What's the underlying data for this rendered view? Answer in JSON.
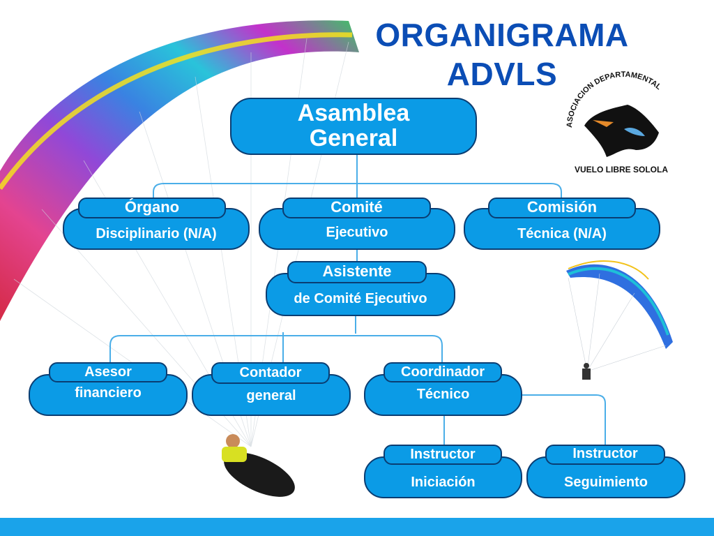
{
  "title_line1": "ORGANIGRAMA",
  "title_line2": "ADVLS",
  "logo": {
    "top_text": "ASOCIACION DEPARTAMENTAL",
    "bottom_text": "VUELO LIBRE SOLOLA"
  },
  "colors": {
    "box": "#0b9be6",
    "border": "#0a3d72",
    "connector": "#4aaee8",
    "title": "#0b4db5",
    "footer": "#1aa3ea"
  },
  "nodes": {
    "asamblea": {
      "line1": "Asamblea",
      "line2": "General"
    },
    "organo": {
      "tab": "Órgano",
      "label": "Disciplinario (N/A)"
    },
    "comite": {
      "tab": "Comité",
      "label": "Ejecutivo"
    },
    "comision": {
      "tab": "Comisión",
      "label": "Técnica (N/A)"
    },
    "asistente": {
      "tab": "Asistente",
      "label": "de Comité Ejecutivo"
    },
    "asesor": {
      "tab": "Asesor",
      "label": "financiero"
    },
    "contador": {
      "tab": "Contador",
      "label": "general"
    },
    "coordinador": {
      "tab": "Coordinador",
      "label": "Técnico"
    },
    "instructor1": {
      "tab": "Instructor",
      "label": "Iniciación"
    },
    "instructor2": {
      "tab": "Instructor",
      "label": "Seguimiento"
    }
  }
}
